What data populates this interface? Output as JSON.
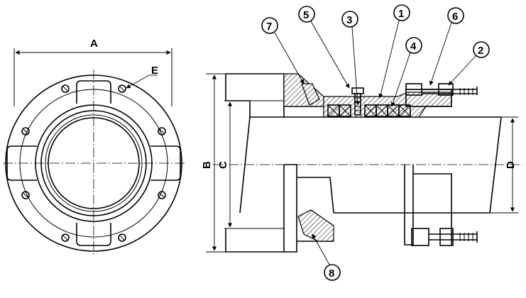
{
  "dimensions": {
    "a": "A",
    "b": "B",
    "c": "C",
    "d": "D",
    "e": "E"
  },
  "callouts": {
    "c1": "1",
    "c2": "2",
    "c3": "3",
    "c4": "4",
    "c5": "5",
    "c6": "6",
    "c7": "7",
    "c8": "8"
  }
}
